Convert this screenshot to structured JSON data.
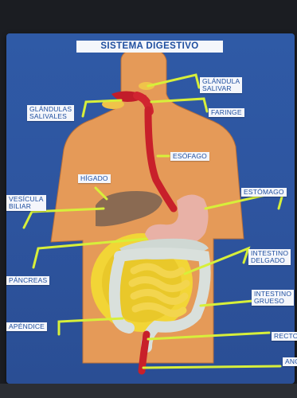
{
  "title": "SISTEMA DIGESTIVO",
  "labels": {
    "glandula_salivar_right": "GLÁNDULA\nSALIVAR",
    "glandulas_salivales_left": "GLÁNDULAS\nSALIVALES",
    "faringe": "FARINGE",
    "esofago": "ESÓFAGO",
    "higado": "HÍGADO",
    "vesicula_biliar": "VESÍCULA\nBILIAR",
    "estomago": "ESTÓMAGO",
    "intestino_delgado": "INTESTINO\nDELGADO",
    "pancreas": "PÁNCREAS",
    "intestino_grueso": "INTESTINO\nGRUESO",
    "apendice": "APÉNDICE",
    "recto": "RECTO",
    "ano": "ANO"
  },
  "colors": {
    "board": "#2e56a0",
    "body": "#e59a58",
    "esophagus": "#c8202a",
    "liver": "#8a6a52",
    "stomach": "#e8b1a6",
    "small_intestine": "#f1d34a",
    "large_intestine": "#d9e0dc",
    "pointers": "#d7ef3a"
  }
}
